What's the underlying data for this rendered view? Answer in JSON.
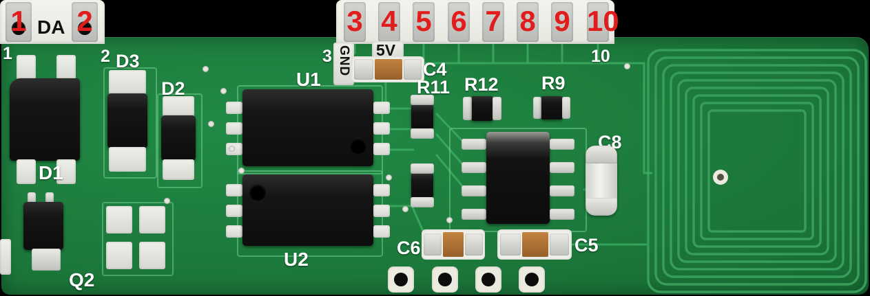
{
  "connector": {
    "left_pins": [
      {
        "num": "1"
      },
      {
        "num": "2"
      }
    ],
    "top_pins": [
      {
        "num": "3"
      },
      {
        "num": "4"
      },
      {
        "num": "5"
      },
      {
        "num": "6"
      },
      {
        "num": "7"
      },
      {
        "num": "8"
      },
      {
        "num": "9"
      },
      {
        "num": "10"
      }
    ],
    "da_label": "DA"
  },
  "silkscreen": {
    "pin1": "1",
    "pin2": "2",
    "pin3": "3",
    "pin10": "10",
    "gnd": "GND",
    "five_v": "5V"
  },
  "components": {
    "d1": "D1",
    "d2": "D2",
    "d3": "D3",
    "u1": "U1",
    "u2": "U2",
    "q2": "Q2",
    "c4": "C4",
    "c5": "C5",
    "c6": "C6",
    "c8": "C8",
    "r9": "R9",
    "r11": "R11",
    "r12": "R12"
  },
  "colors": {
    "background": "#000000",
    "board_green": "#1c7a3c",
    "trace_green": "#3fae63",
    "connector_white": "#f1f1ec",
    "pad_silver": "#d9dbd5",
    "ic_black": "#141414",
    "pin_number_red": "#e01c1c",
    "silkscreen_white": "#ffffff",
    "capacitor_brown": "#ad6c30"
  }
}
